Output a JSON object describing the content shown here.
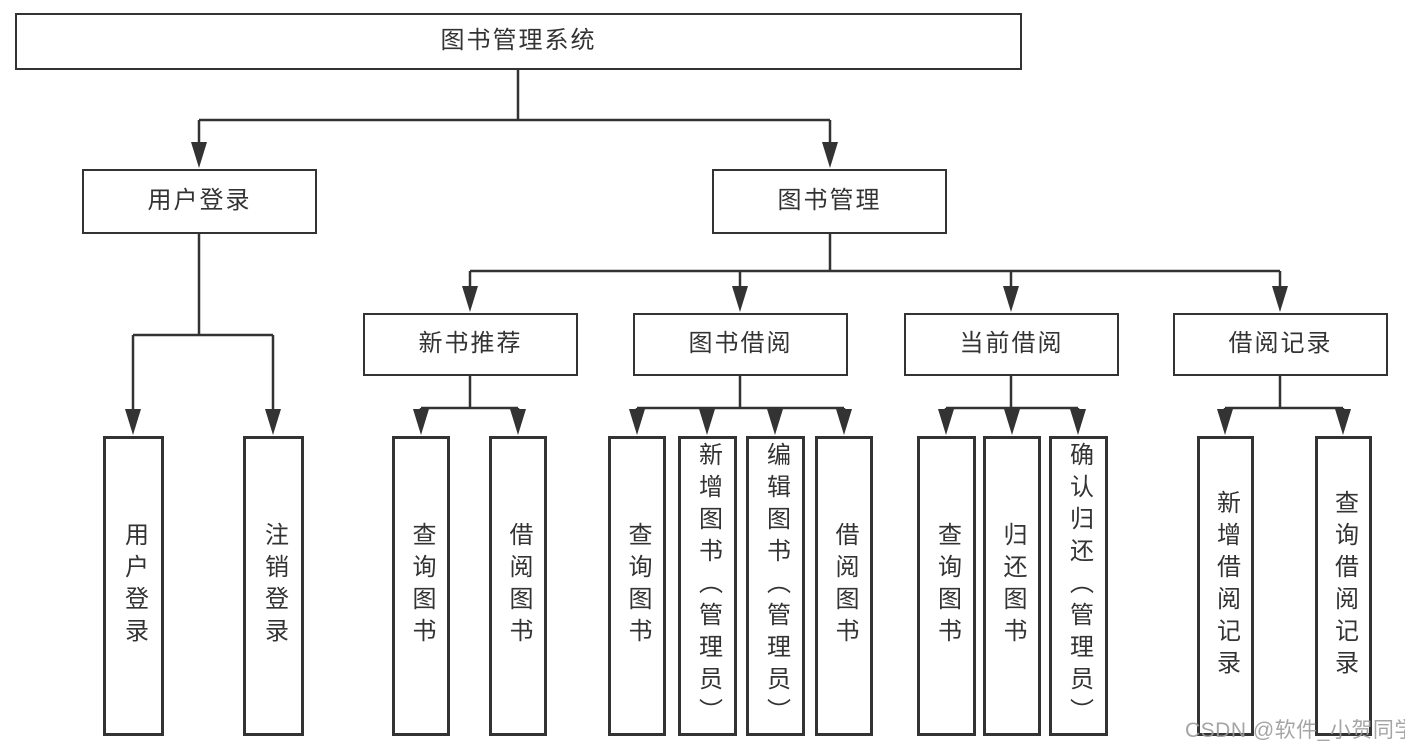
{
  "tree": {
    "root": {
      "label": "图书管理系统",
      "children": [
        {
          "label": "用户登录",
          "children": [
            {
              "label": "用户登录"
            },
            {
              "label": "注销登录"
            }
          ]
        },
        {
          "label": "图书管理",
          "children": [
            {
              "label": "新书推荐",
              "children": [
                {
                  "label": "查询图书"
                },
                {
                  "label": "借阅图书"
                }
              ]
            },
            {
              "label": "图书借阅",
              "children": [
                {
                  "label": "查询图书"
                },
                {
                  "label": "新增图书（管理员）"
                },
                {
                  "label": "编辑图书（管理员）"
                },
                {
                  "label": "借阅图书"
                }
              ]
            },
            {
              "label": "当前借阅",
              "children": [
                {
                  "label": "查询图书"
                },
                {
                  "label": "归还图书"
                },
                {
                  "label": "确认归还（管理员）"
                }
              ]
            },
            {
              "label": "借阅记录",
              "children": [
                {
                  "label": "新增借阅记录"
                },
                {
                  "label": "查询借阅记录"
                }
              ]
            }
          ]
        }
      ]
    }
  },
  "watermark": {
    "text": "CSDN @软件_小贺同学"
  },
  "colors": {
    "line": "#333333",
    "text": "#333333",
    "background": "#ffffff",
    "watermark": "#9c9c9c"
  }
}
